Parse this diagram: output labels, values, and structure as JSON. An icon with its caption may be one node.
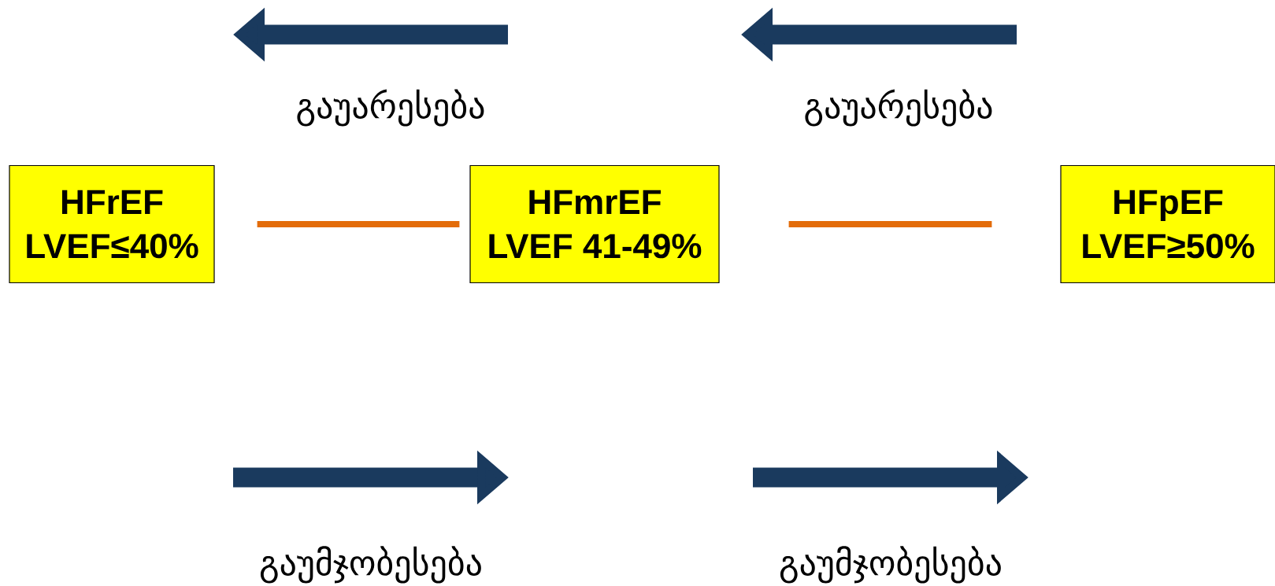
{
  "diagram": {
    "nodes": [
      {
        "text": [
          "HFrEF",
          "LVEF≤40%"
        ]
      },
      {
        "text": [
          "HFmrEF",
          "LVEF 41-49%"
        ]
      },
      {
        "text": [
          "HFpEF",
          "LVEF≥50%"
        ]
      }
    ],
    "edges": [
      {
        "from": 0,
        "to": 1,
        "arrow": "none",
        "color": "#e36c0a"
      },
      {
        "from": 1,
        "to": 2,
        "arrow": "none",
        "color": "#e36c0a"
      }
    ],
    "labels": [
      "გაუარესება",
      "გაუარესება",
      "გაუმჯობესება",
      "გაუმჯობესება"
    ]
  }
}
